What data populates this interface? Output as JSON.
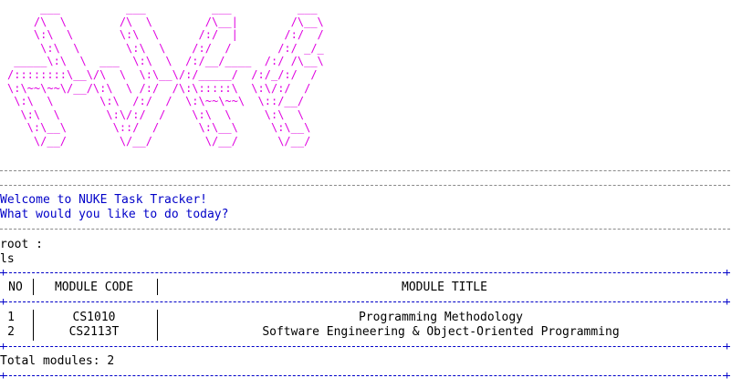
{
  "logo": {
    "ascii": "     ___          ___          ___          ___\n    /\\  \\        /\\  \\        /\\__|        /\\__\\\n    \\:\\  \\       \\:\\  \\      /:/  |       /:/  /\n     \\:\\  \\       \\:\\  \\    /:/  /       /:/ _/_\n _____\\:\\  \\  ___  \\:\\  \\  /:/__/____  /:/ /\\__\\\n/::::::::\\__\\/\\  \\  \\:\\__\\/:/_____/  /:/_/:/  /\n\\:\\~~\\~~\\/__/\\:\\  \\ /:/  /\\:\\:::::\\  \\:\\/:/  /\n \\:\\  \\       \\:\\  /:/  /  \\:\\~~\\~~\\  \\::/__/\n  \\:\\  \\       \\:\\/:/  /    \\:\\  \\     \\:\\  \\\n   \\:\\__\\       \\::/  /      \\:\\__\\     \\:\\__\\\n    \\/__/        \\/__/        \\/__/      \\/__/"
  },
  "welcome": {
    "line1": "Welcome to NUKE Task Tracker!",
    "line2": "What would you like to do today?"
  },
  "prompt": {
    "label": "root :",
    "command": "ls"
  },
  "table": {
    "headers": {
      "no": "NO",
      "code": "MODULE CODE",
      "title": "MODULE TITLE"
    },
    "rows": [
      {
        "no": "1",
        "code": "CS1010",
        "title": "Programming Methodology"
      },
      {
        "no": "2",
        "code": "CS2113T",
        "title": "Software Engineering & Object-Oriented Programming"
      }
    ]
  },
  "summary": "Total modules: 2",
  "colors": {
    "logo": "#e000e0",
    "welcome": "#0000c8",
    "table_border": "#0000c8",
    "text": "#000000"
  }
}
